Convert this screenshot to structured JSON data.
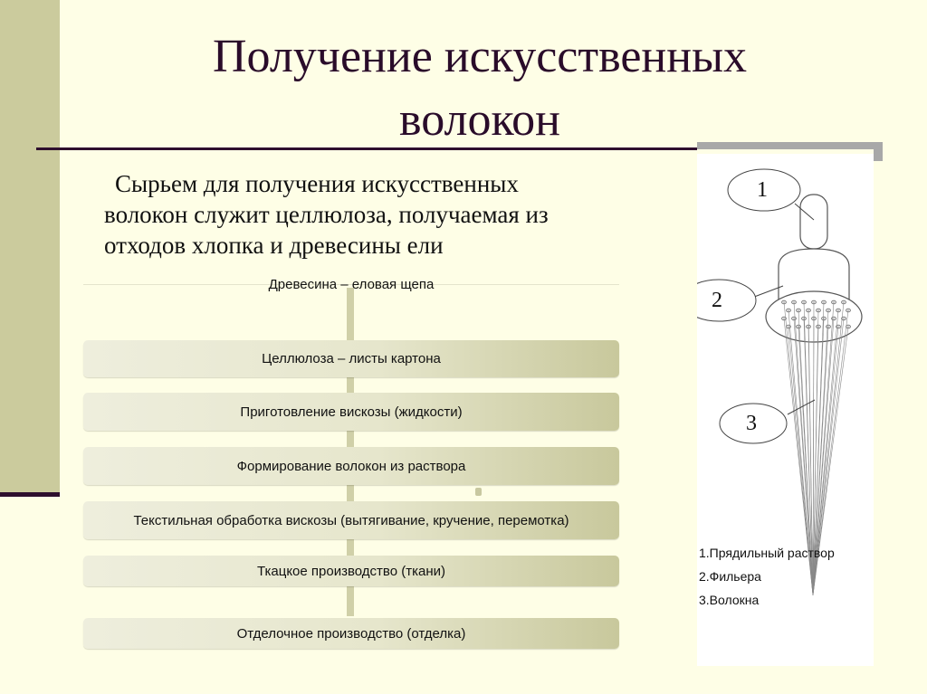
{
  "title": {
    "line1": "Получение искусственных",
    "line2": "волокон"
  },
  "intro": {
    "lines": [
      "Сырьем для получения искусственных",
      "волокон служит целлюлоза, получаемая из",
      "отходов хлопка  и древесины ели"
    ]
  },
  "flow": {
    "top": "Древесина – еловая щепа",
    "steps": [
      "Целлюлоза – листы картона",
      "Приготовление вискозы (жидкости)",
      "Формирование волокон из раствора",
      "Текстильная обработка вискозы (вытягивание, кручение, перемотка)",
      "Ткацкое производство (ткани)",
      "Отделочное производство (отделка)"
    ]
  },
  "figure": {
    "callouts": [
      "1",
      "2",
      "3"
    ],
    "legend": [
      "1.Прядильный раствор",
      "2.Фильера",
      "3.Волокна"
    ]
  },
  "colors": {
    "band": "#cbcb9d",
    "background": "#fefee6",
    "title": "#2a0c2a"
  }
}
